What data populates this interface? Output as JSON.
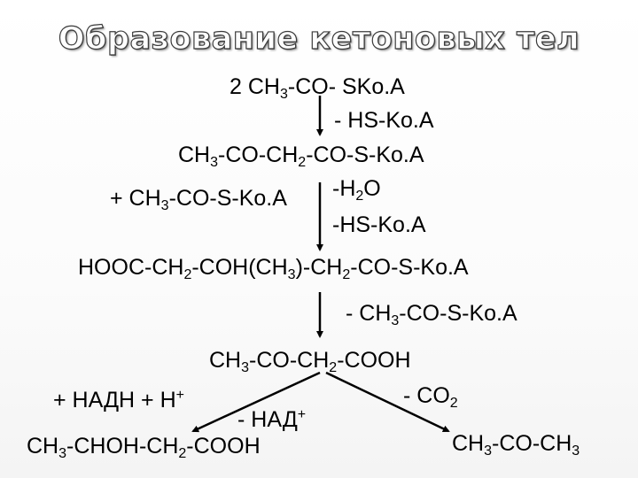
{
  "title": "Образование кетоновых тел",
  "lines": {
    "l1": [
      "2 CH",
      "3",
      "-CO- SKo.A"
    ],
    "l2": [
      "- HS-Ko.A"
    ],
    "l3": [
      "CH",
      "3",
      "-CO-CH",
      "2",
      "-CO-S-Ko.A"
    ],
    "l4": [
      "+ CH",
      "3",
      "-CO-S-Ko.A"
    ],
    "l5": [
      "-H",
      "2",
      "O"
    ],
    "l6": [
      "-HS-Ko.A"
    ],
    "l7": [
      "HOOC-CH",
      "2",
      "-COH(CH",
      "3",
      ")-CH",
      "2",
      "-CO-S-Ko.A"
    ],
    "l8": [
      "- CH",
      "3",
      "-CO-S-Ko.A"
    ],
    "l9": [
      "CH",
      "3",
      "-CO-CH",
      "2",
      "-COOH"
    ],
    "l10": [
      "+ НАДН + Н",
      "+"
    ],
    "l11": [
      "- НАД",
      "+"
    ],
    "l12": [
      "- CO",
      "2"
    ],
    "l13": [
      "CH",
      "3",
      "-CHOH-CH",
      "2",
      "-COOH"
    ],
    "l14": [
      "CH",
      "3",
      "-CO-CH",
      "3"
    ]
  }
}
